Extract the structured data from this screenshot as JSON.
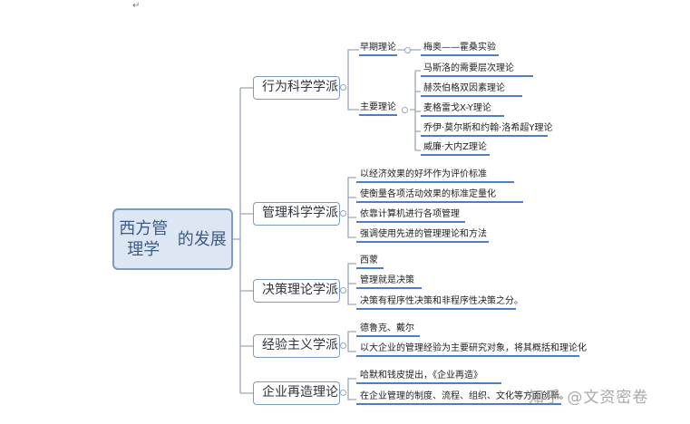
{
  "return_mark": "↵",
  "root": {
    "line1": "西方管理学",
    "line2": "的发展"
  },
  "branches": [
    {
      "label": "行为科学学派"
    },
    {
      "label": "管理科学学派"
    },
    {
      "label": "决策理论学派"
    },
    {
      "label": "经验主义学派"
    },
    {
      "label": "企业再造理论"
    }
  ],
  "behavior": {
    "early": "早期理论",
    "early_item": "梅奥——霍桑实验",
    "main": "主要理论",
    "main_items": [
      "马斯洛的需要层次理论",
      "赫茨伯格双因素理论",
      "麦格雷戈X-Y理论",
      "乔伊·莫尔斯和约翰·洛希超Y理论",
      "威廉·大内Z理论"
    ]
  },
  "management_items": [
    "以经济效果的好坏作为评价标准",
    "使衡量各项活动效果的标准定量化",
    "依靠计算机进行各项管理",
    "强调使用先进的管理理论和方法"
  ],
  "decision_items": [
    "西蒙",
    "管理就是决策",
    "决策有程序性决策和非程序性决策之分。"
  ],
  "empirical_items": [
    "德鲁克、戴尔",
    "以大企业的管理经验为主要研究对象，将其概括和理论化"
  ],
  "reengineering_items": [
    "哈默和钱皮提出，《企业再造》",
    "在企业管理的制度、流程、组织、文化等方面创新。"
  ],
  "watermark": "知乎 @文资密卷",
  "colors": {
    "accent": "#4f7fc0",
    "root_fill": "#dde7f3",
    "border": "#7e9bc4"
  }
}
